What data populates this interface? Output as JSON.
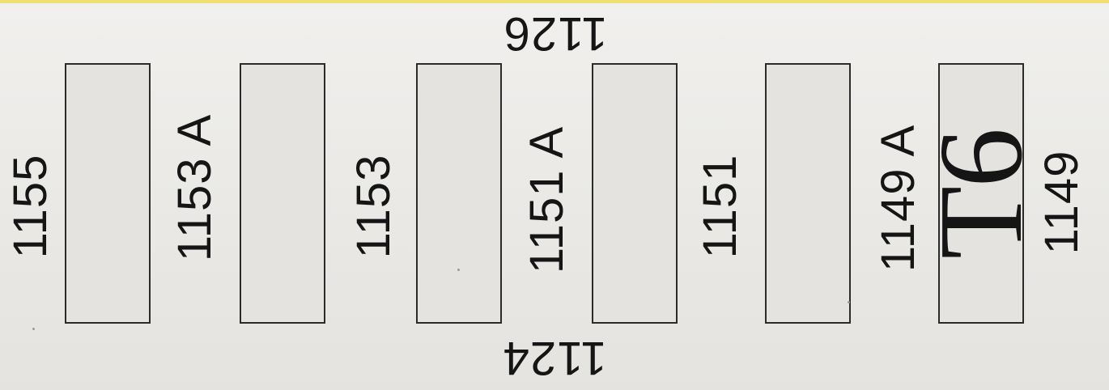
{
  "labels": {
    "l1155": "1155",
    "l1153a": "1153 A",
    "l1153": "1153",
    "l1151a": "1151 A",
    "l1151": "1151",
    "l1149a": "1149 A",
    "l1149": "1149",
    "l1126": "1126",
    "l1124": "1124"
  },
  "marker": "T6",
  "colors": {
    "paper": "#ecebe8",
    "ink": "#151515",
    "edge": "#f0df72"
  }
}
